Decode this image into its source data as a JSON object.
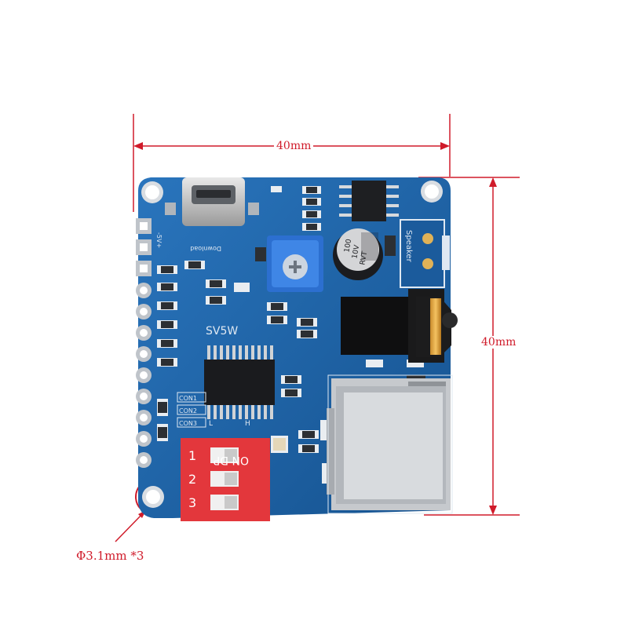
{
  "dimensions": {
    "width_label": "40mm",
    "height_label": "40mm",
    "hole_label": "Φ3.1mm *3"
  },
  "silkscreen": {
    "module_name": "SV5W",
    "download_label": "Download",
    "power_label": "-5V+",
    "speaker_label": "Speaker",
    "con1": "CON1",
    "con2": "CON2",
    "con3": "CON3",
    "l_label": "L",
    "h_label": "H",
    "dip_on_dp": "ON DP",
    "dip_nums": [
      "1",
      "2",
      "3"
    ],
    "capacitor_text": [
      "100",
      "10V",
      "RVT"
    ]
  },
  "colors": {
    "dimension_lines": "#d01b2a",
    "pcb": "#1b63a8",
    "dip_switch": "#e3373c"
  }
}
